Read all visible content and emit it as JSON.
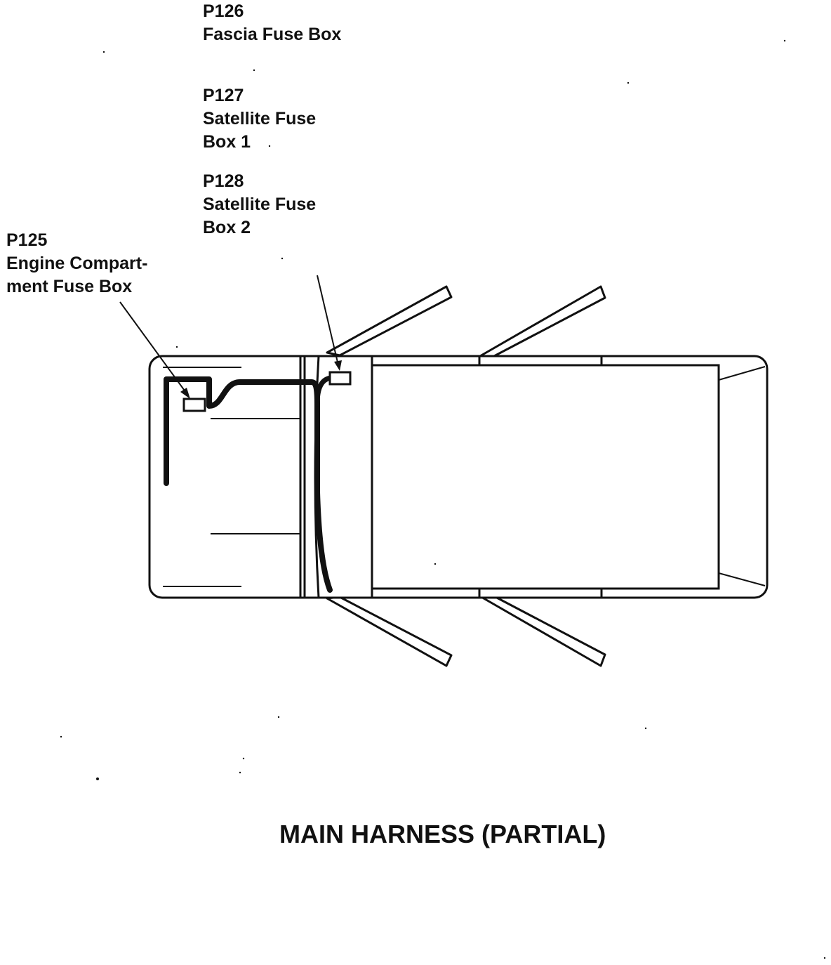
{
  "labels": {
    "p126": {
      "code": "P126",
      "line1": "Fascia Fuse Box"
    },
    "p127": {
      "code": "P127",
      "line1": "Satellite Fuse",
      "line2": "Box 1"
    },
    "p128": {
      "code": "P128",
      "line1": "Satellite Fuse",
      "line2": "Box 2"
    },
    "p125": {
      "code": "P125",
      "line1": "Engine Compart-",
      "line2": "ment Fuse Box"
    }
  },
  "title": "MAIN HARNESS (PARTIAL)",
  "colors": {
    "ink": "#111111",
    "background": "#ffffff"
  }
}
